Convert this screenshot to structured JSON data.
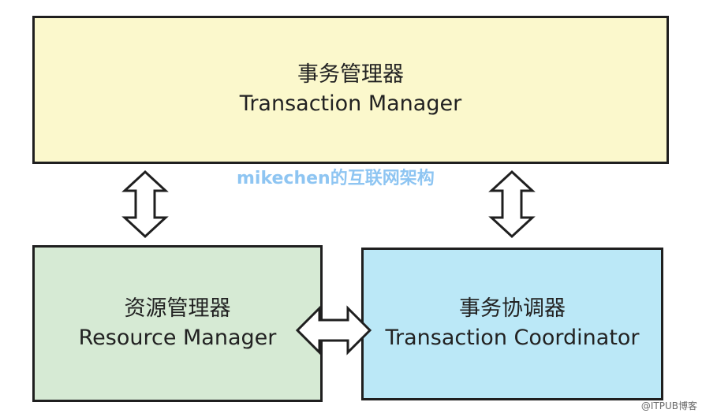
{
  "transaction_manager": {
    "cn": "事务管理器",
    "en": "Transaction Manager"
  },
  "resource_manager": {
    "cn": "资源管理器",
    "en": "Resource Manager"
  },
  "transaction_coordinator": {
    "cn": "事务协调器",
    "en": "Transaction Coordinator"
  },
  "watermark": "mikechen的互联网架构",
  "site_watermark": "@ITPUB博客",
  "colors": {
    "transaction_manager_fill": "#fbf8cc",
    "resource_manager_fill": "#d6ead4",
    "transaction_coordinator_fill": "#bbe8f7",
    "border": "#1f1f1f",
    "watermark": "#8ec5f2"
  }
}
